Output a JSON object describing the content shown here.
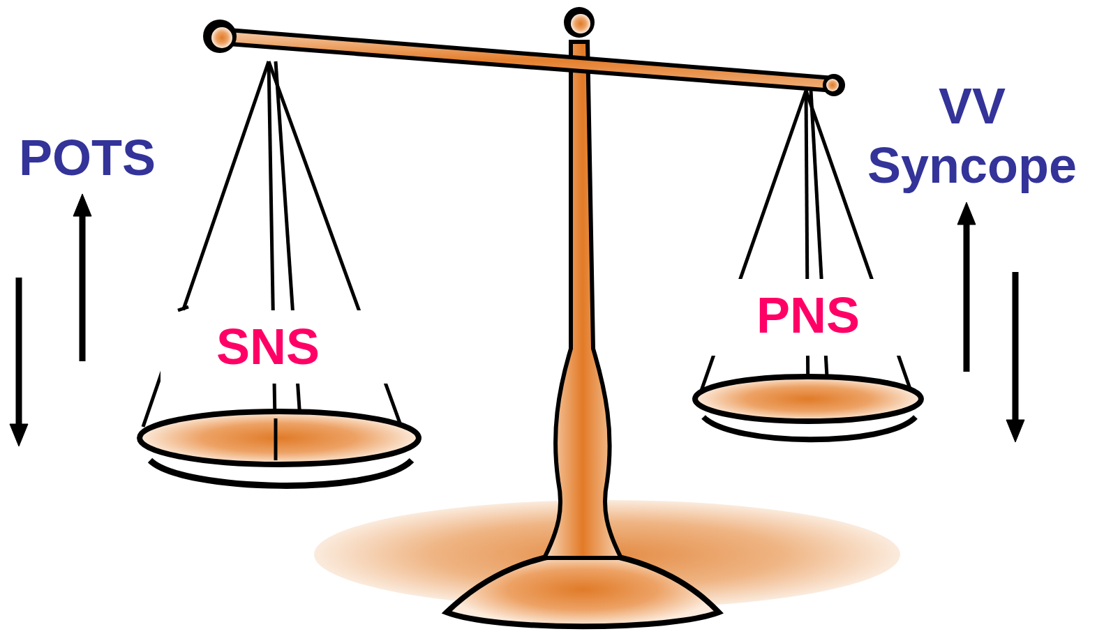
{
  "diagram": {
    "labels": [
      "POTS",
      "VV Syncope",
      "SNS",
      "PNS"
    ]
  }
}
